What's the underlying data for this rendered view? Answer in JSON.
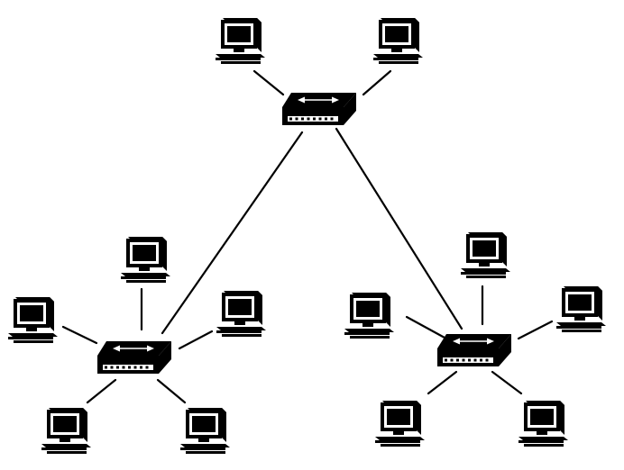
{
  "diagram": {
    "type": "network-topology",
    "colors": {
      "ink": "#000000",
      "paper": "#ffffff"
    },
    "icons": {
      "switch": "network-switch-icon",
      "computer": "computer-icon"
    },
    "switches": [
      {
        "id": "top"
      },
      {
        "id": "left"
      },
      {
        "id": "right"
      }
    ],
    "uplinks": [
      {
        "from": "top",
        "to": "left"
      },
      {
        "from": "top",
        "to": "right"
      }
    ],
    "computers": [
      {
        "id": "pc-top-1",
        "switch": "top"
      },
      {
        "id": "pc-top-2",
        "switch": "top"
      },
      {
        "id": "pc-left-1",
        "switch": "left"
      },
      {
        "id": "pc-left-2",
        "switch": "left"
      },
      {
        "id": "pc-left-3",
        "switch": "left"
      },
      {
        "id": "pc-left-4",
        "switch": "left"
      },
      {
        "id": "pc-left-5",
        "switch": "left"
      },
      {
        "id": "pc-right-1",
        "switch": "right"
      },
      {
        "id": "pc-right-2",
        "switch": "right"
      },
      {
        "id": "pc-right-3",
        "switch": "right"
      },
      {
        "id": "pc-right-4",
        "switch": "right"
      },
      {
        "id": "pc-right-5",
        "switch": "right"
      }
    ]
  }
}
